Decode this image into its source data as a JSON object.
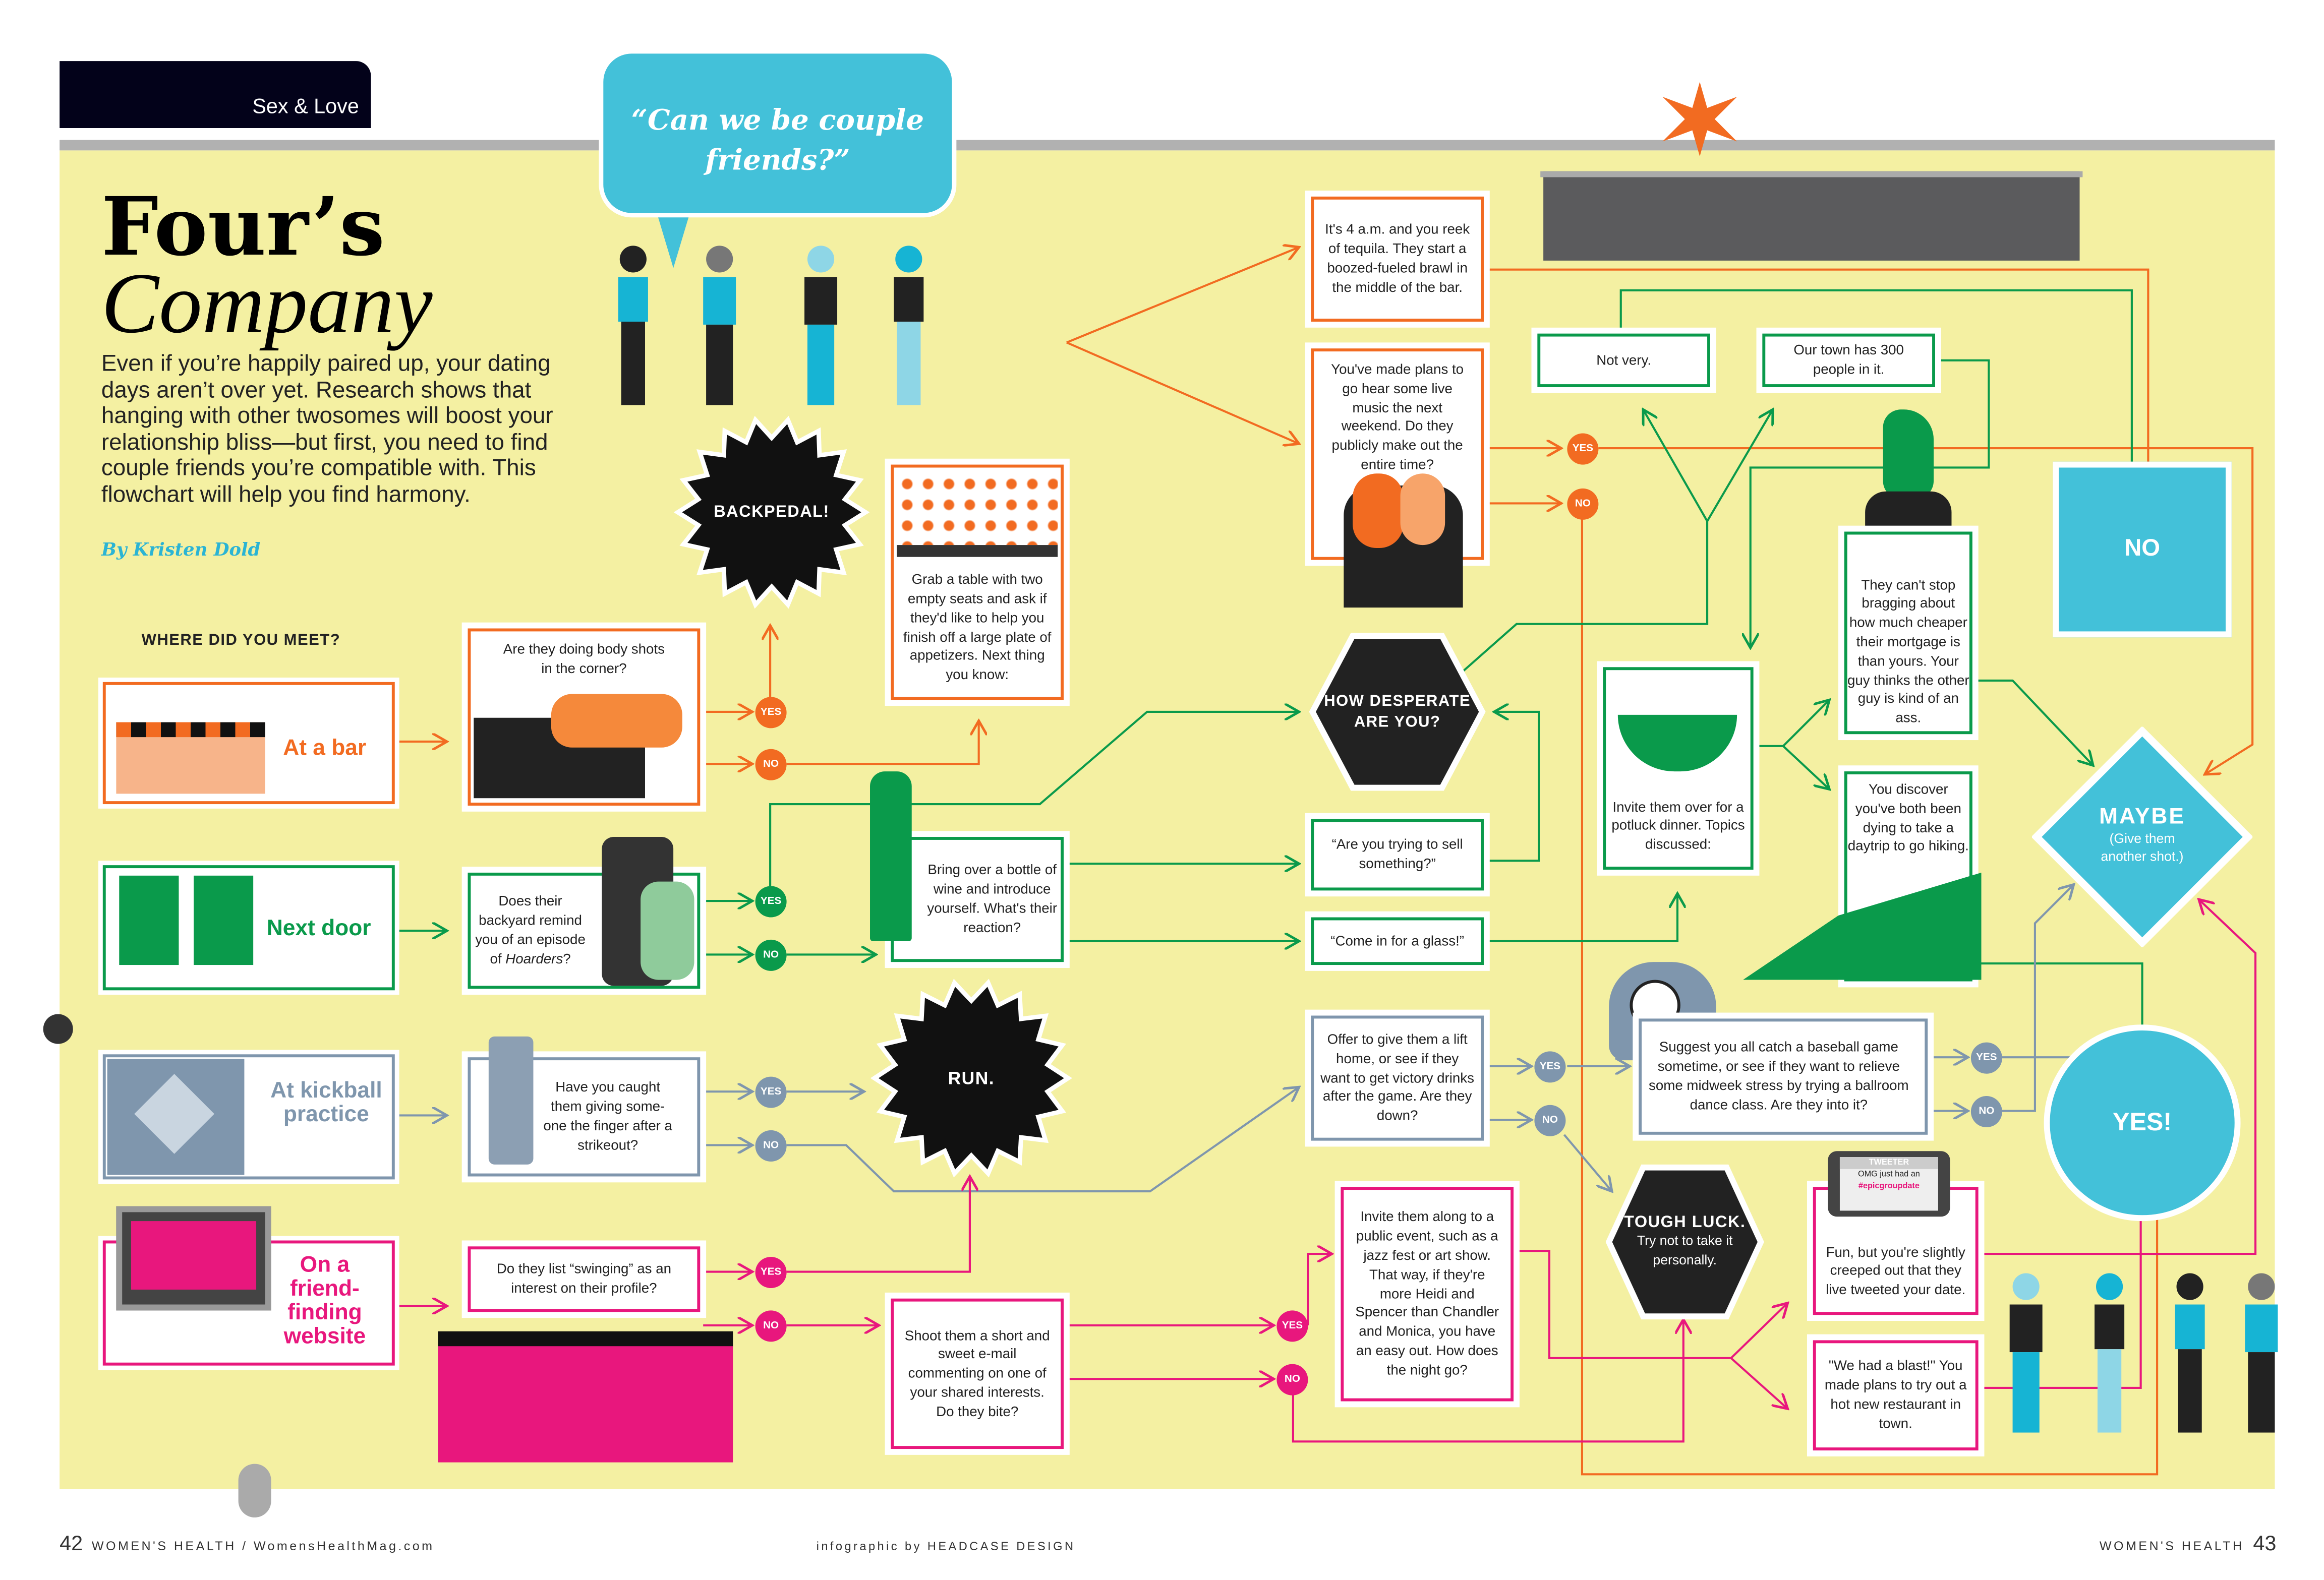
{
  "header": {
    "section": "Sex & Love",
    "speech_bubble": "“Can we be couple friends?”"
  },
  "title": {
    "line1": "Four’s",
    "line2": "Company"
  },
  "intro": "Even if you’re happily paired up, your dating days aren’t over yet. Research shows that hanging with other twosomes will boost your relationship bliss—but first, you need to find couple friends you’re compatible with. This flowchart will help you find harmony.",
  "byline": "By Kristen Dold",
  "question_start": "WHERE DID YOU MEET?",
  "starts": {
    "bar": "At a bar",
    "next_door": "Next door",
    "kickball": "At kickball practice",
    "website": "On a friend-finding website"
  },
  "questions": {
    "bar": "Are they doing body shots in the corner?",
    "next_door": [
      "Does their backyard remind you of an episode of ",
      "Hoarders",
      "?"
    ],
    "kickball": "Have you caught them giving some-one the finger after a strikeout?",
    "website": "Do they list “swinging” as an interest on their profile?"
  },
  "answers": {
    "yes": "YES",
    "no": "NO"
  },
  "outcomes": {
    "backpedal": "BACKPEDAL!",
    "run": "RUN.",
    "how_desperate": "HOW DESPERATE ARE YOU?",
    "no": "NO",
    "maybe": "MAYBE",
    "maybe_sub": "(Give them another shot.)",
    "yes": "YES!",
    "tough_luck": "TOUGH LUCK.",
    "tough_luck_sub": "Try not to take it personally."
  },
  "steps": {
    "grab_table": "Grab a table with two empty seats and ask if they'd like to help you finish off a large plate of appetizers. Next thing you know:",
    "bottle": "Bring over a bottle of wine and introduce yourself. What's their reaction?",
    "email": "Shoot them a short and sweet e-mail commenting on one of your shared interests. Do they bite?",
    "four_am": "It's 4 a.m. and you reek of tequila. They start a boozed-fueled brawl in the middle of the bar.",
    "live_music": "You've made plans to go hear some live music the next weekend. Do they publicly make out the entire time?",
    "sell": "“Are you trying to sell something?”",
    "glass": "“Come in for a glass!”",
    "lift_home": "Offer to give them a lift home, or see if they want to get victory drinks after the game. Are they down?",
    "public_event": "Invite them along to a public event, such as a jazz fest or art show. That way, if they're more Heidi and Spencer than Chandler and Monica, you have an easy out. How does the night go?",
    "not_very": "Not very.",
    "town": "Our town has 300 people in it.",
    "bragging": "They can't stop bragging about how much cheaper their mortgage is than yours. Your guy thinks the other guy is kind of an ass.",
    "potluck": "Invite them over for a potluck dinner. Topics discussed:",
    "daytrip": "You discover you've both been dying to take a daytrip to go hiking.",
    "baseball": "Suggest you all catch a baseball game sometime, or see if they want to relieve some midweek stress by trying a ballroom dance class. Are they into it?",
    "creeped": "Fun, but you're slightly creeped out that they live tweeted your date.",
    "blast": "\"We had a blast!\" You made plans to try out a hot new restaurant in town."
  },
  "phone": {
    "app": "TWEETER",
    "text": "OMG just had an",
    "hashtag": "#epicgroupdate"
  },
  "footer": {
    "left_page": "42",
    "left_text": "WOMEN'S HEALTH / WomensHealthMag.com",
    "credit": "infographic by HEADCASE DESIGN",
    "right_text": "WOMEN'S HEALTH",
    "right_page": "43"
  },
  "colors": {
    "bar": "#f26b21",
    "next_door": "#0a9a4b",
    "kickball": "#7f96ad",
    "website": "#e8177d",
    "accent": "#43c1d9",
    "background": "#f4f0a2"
  }
}
